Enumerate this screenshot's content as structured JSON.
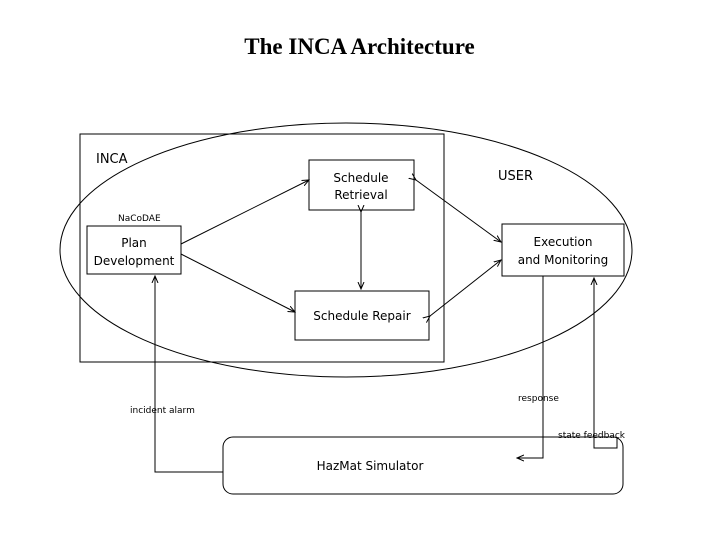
{
  "title": "The INCA Architecture",
  "regions": {
    "inca": "INCA",
    "user": "USER",
    "nacodae": "NaCoDAE"
  },
  "boxes": {
    "schedule_retrieval": [
      "Schedule",
      "Retrieval"
    ],
    "plan_development": [
      "Plan",
      "Development"
    ],
    "schedule_repair": "Schedule Repair",
    "execution_monitoring": [
      "Execution",
      "and Monitoring"
    ],
    "hazmat_simulator": "HazMat Simulator"
  },
  "edge_labels": {
    "incident_alarm": "incident alarm",
    "response": "response",
    "state_feedback": "state feedback"
  }
}
